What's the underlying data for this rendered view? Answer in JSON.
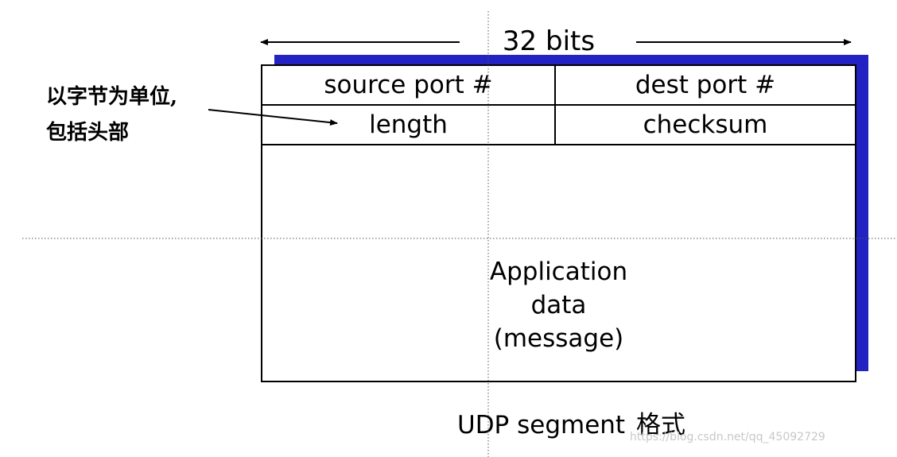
{
  "header": {
    "width_label": "32 bits"
  },
  "fields": {
    "source_port": "source port #",
    "dest_port": "dest port #",
    "length": "length",
    "checksum": "checksum"
  },
  "payload": {
    "line1": "Application",
    "line2": "data",
    "line3": "(message)"
  },
  "annotation": {
    "line1": "以字节为单位,",
    "line2": "包括头部"
  },
  "caption": {
    "main": "UDP segment",
    "suffix": "格式"
  },
  "watermark": "https://blog.csdn.net/qq_45092729",
  "colors": {
    "shadow": "#2323c2",
    "border": "#000000"
  }
}
